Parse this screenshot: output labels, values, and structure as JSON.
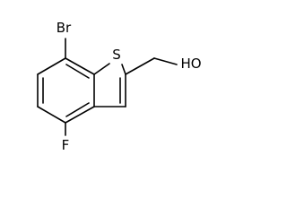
{
  "molecule": {
    "atoms": {
      "bromine": "Br",
      "sulfur": "S",
      "fluorine": "F",
      "hydroxyl": "HO"
    }
  }
}
